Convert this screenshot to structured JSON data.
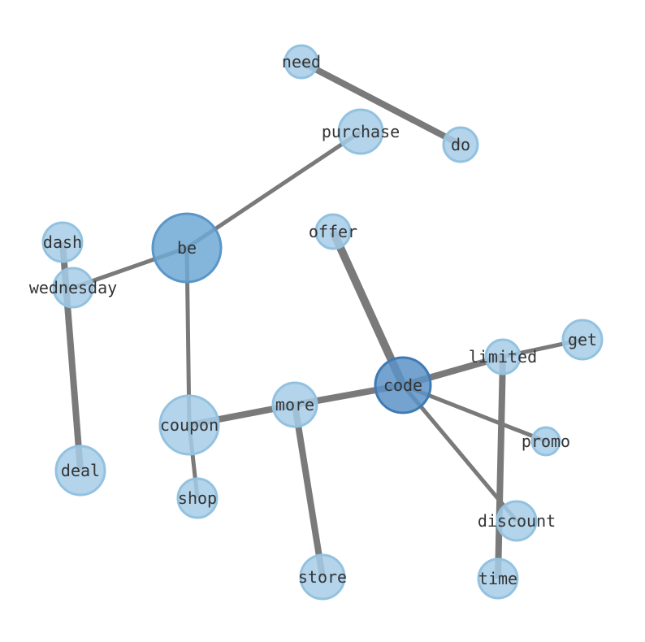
{
  "colors": {
    "edge": "#7a7a7a",
    "node_light_fill": "#a6cde6",
    "node_light_stroke": "#93c2e0",
    "node_mid_fill": "#6fa8d4",
    "node_mid_stroke": "#5a97c8",
    "node_dark_fill": "#5b93c6",
    "node_dark_stroke": "#3f7ab3",
    "label": "#333333"
  },
  "nodes": [
    {
      "id": "need",
      "label": "need",
      "shade": "light"
    },
    {
      "id": "do",
      "label": "do",
      "shade": "light"
    },
    {
      "id": "purchase",
      "label": "purchase",
      "shade": "light"
    },
    {
      "id": "be",
      "label": "be",
      "shade": "mid"
    },
    {
      "id": "dash",
      "label": "dash",
      "shade": "light"
    },
    {
      "id": "wednesday",
      "label": "wednesday",
      "shade": "light"
    },
    {
      "id": "offer",
      "label": "offer",
      "shade": "light"
    },
    {
      "id": "get",
      "label": "get",
      "shade": "light"
    },
    {
      "id": "limited",
      "label": "limited",
      "shade": "light"
    },
    {
      "id": "code",
      "label": "code",
      "shade": "dark"
    },
    {
      "id": "more",
      "label": "more",
      "shade": "light"
    },
    {
      "id": "coupon",
      "label": "coupon",
      "shade": "light"
    },
    {
      "id": "promo",
      "label": "promo",
      "shade": "light"
    },
    {
      "id": "deal",
      "label": "deal",
      "shade": "light"
    },
    {
      "id": "shop",
      "label": "shop",
      "shade": "light"
    },
    {
      "id": "discount",
      "label": "discount",
      "shade": "light"
    },
    {
      "id": "store",
      "label": "store",
      "shade": "light"
    },
    {
      "id": "time",
      "label": "time",
      "shade": "light"
    }
  ],
  "edges": [
    {
      "source": "need",
      "target": "do",
      "weight": 3
    },
    {
      "source": "purchase",
      "target": "be",
      "weight": 2
    },
    {
      "source": "be",
      "target": "wednesday",
      "weight": 2
    },
    {
      "source": "be",
      "target": "coupon",
      "weight": 2
    },
    {
      "source": "dash",
      "target": "deal",
      "weight": 3
    },
    {
      "source": "offer",
      "target": "code",
      "weight": 4
    },
    {
      "source": "code",
      "target": "more",
      "weight": 3
    },
    {
      "source": "code",
      "target": "limited",
      "weight": 3
    },
    {
      "source": "limited",
      "target": "get",
      "weight": 2
    },
    {
      "source": "code",
      "target": "promo",
      "weight": 2
    },
    {
      "source": "code",
      "target": "discount",
      "weight": 2
    },
    {
      "source": "limited",
      "target": "time",
      "weight": 3
    },
    {
      "source": "more",
      "target": "coupon",
      "weight": 3
    },
    {
      "source": "more",
      "target": "store",
      "weight": 3
    },
    {
      "source": "coupon",
      "target": "shop",
      "weight": 2
    }
  ]
}
